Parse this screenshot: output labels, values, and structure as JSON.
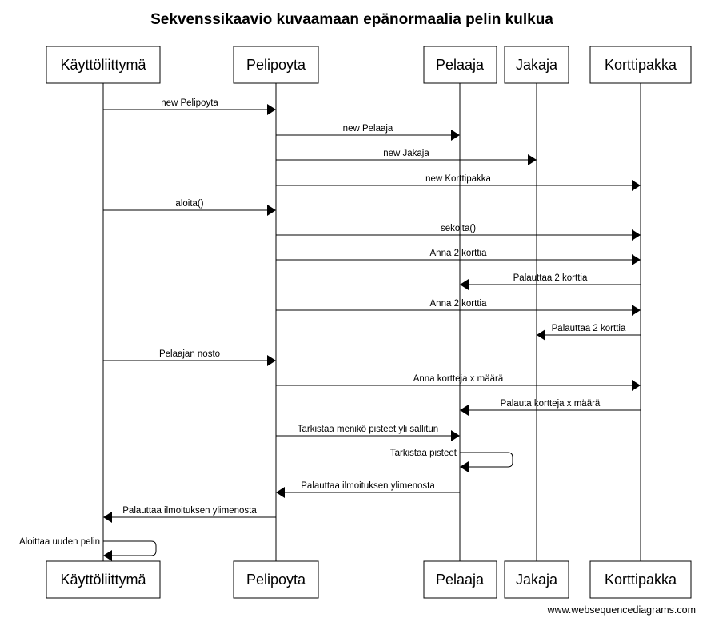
{
  "title": "Sekvenssikaavio kuvaamaan epänormaalia pelin kulkua",
  "footer": "www.websequencediagrams.com",
  "actors": [
    {
      "id": "kayttoliittyma",
      "label": "Käyttöliittymä"
    },
    {
      "id": "pelipoyta",
      "label": "Pelipoyta"
    },
    {
      "id": "pelaaja",
      "label": "Pelaaja"
    },
    {
      "id": "jakaja",
      "label": "Jakaja"
    },
    {
      "id": "korttipakka",
      "label": "Korttipakka"
    }
  ],
  "messages": [
    {
      "from": "kayttoliittyma",
      "to": "pelipoyta",
      "label": "new Pelipoyta"
    },
    {
      "from": "pelipoyta",
      "to": "pelaaja",
      "label": "new Pelaaja"
    },
    {
      "from": "pelipoyta",
      "to": "jakaja",
      "label": "new Jakaja"
    },
    {
      "from": "pelipoyta",
      "to": "korttipakka",
      "label": "new Korttipakka"
    },
    {
      "from": "kayttoliittyma",
      "to": "pelipoyta",
      "label": "aloita()"
    },
    {
      "from": "pelipoyta",
      "to": "korttipakka",
      "label": "sekoita()"
    },
    {
      "from": "pelipoyta",
      "to": "korttipakka",
      "label": "Anna 2 korttia"
    },
    {
      "from": "korttipakka",
      "to": "pelaaja",
      "label": "Palauttaa 2 korttia"
    },
    {
      "from": "pelipoyta",
      "to": "korttipakka",
      "label": "Anna 2 korttia"
    },
    {
      "from": "korttipakka",
      "to": "jakaja",
      "label": "Palauttaa 2 korttia"
    },
    {
      "from": "kayttoliittyma",
      "to": "pelipoyta",
      "label": "Pelaajan nosto"
    },
    {
      "from": "pelipoyta",
      "to": "korttipakka",
      "label": "Anna kortteja x määrä"
    },
    {
      "from": "korttipakka",
      "to": "pelaaja",
      "label": "Palauta kortteja x määrä"
    },
    {
      "from": "pelipoyta",
      "to": "pelaaja",
      "label": "Tarkistaa menikö pisteet yli sallitun"
    },
    {
      "from": "pelaaja",
      "to": "pelaaja",
      "label": "Tarkistaa pisteet"
    },
    {
      "from": "pelaaja",
      "to": "pelipoyta",
      "label": "Palauttaa ilmoituksen ylimenosta"
    },
    {
      "from": "pelipoyta",
      "to": "kayttoliittyma",
      "label": "Palauttaa ilmoituksen ylimenosta"
    },
    {
      "from": "kayttoliittyma",
      "to": "kayttoliittyma",
      "label": "Aloittaa uuden pelin"
    }
  ]
}
